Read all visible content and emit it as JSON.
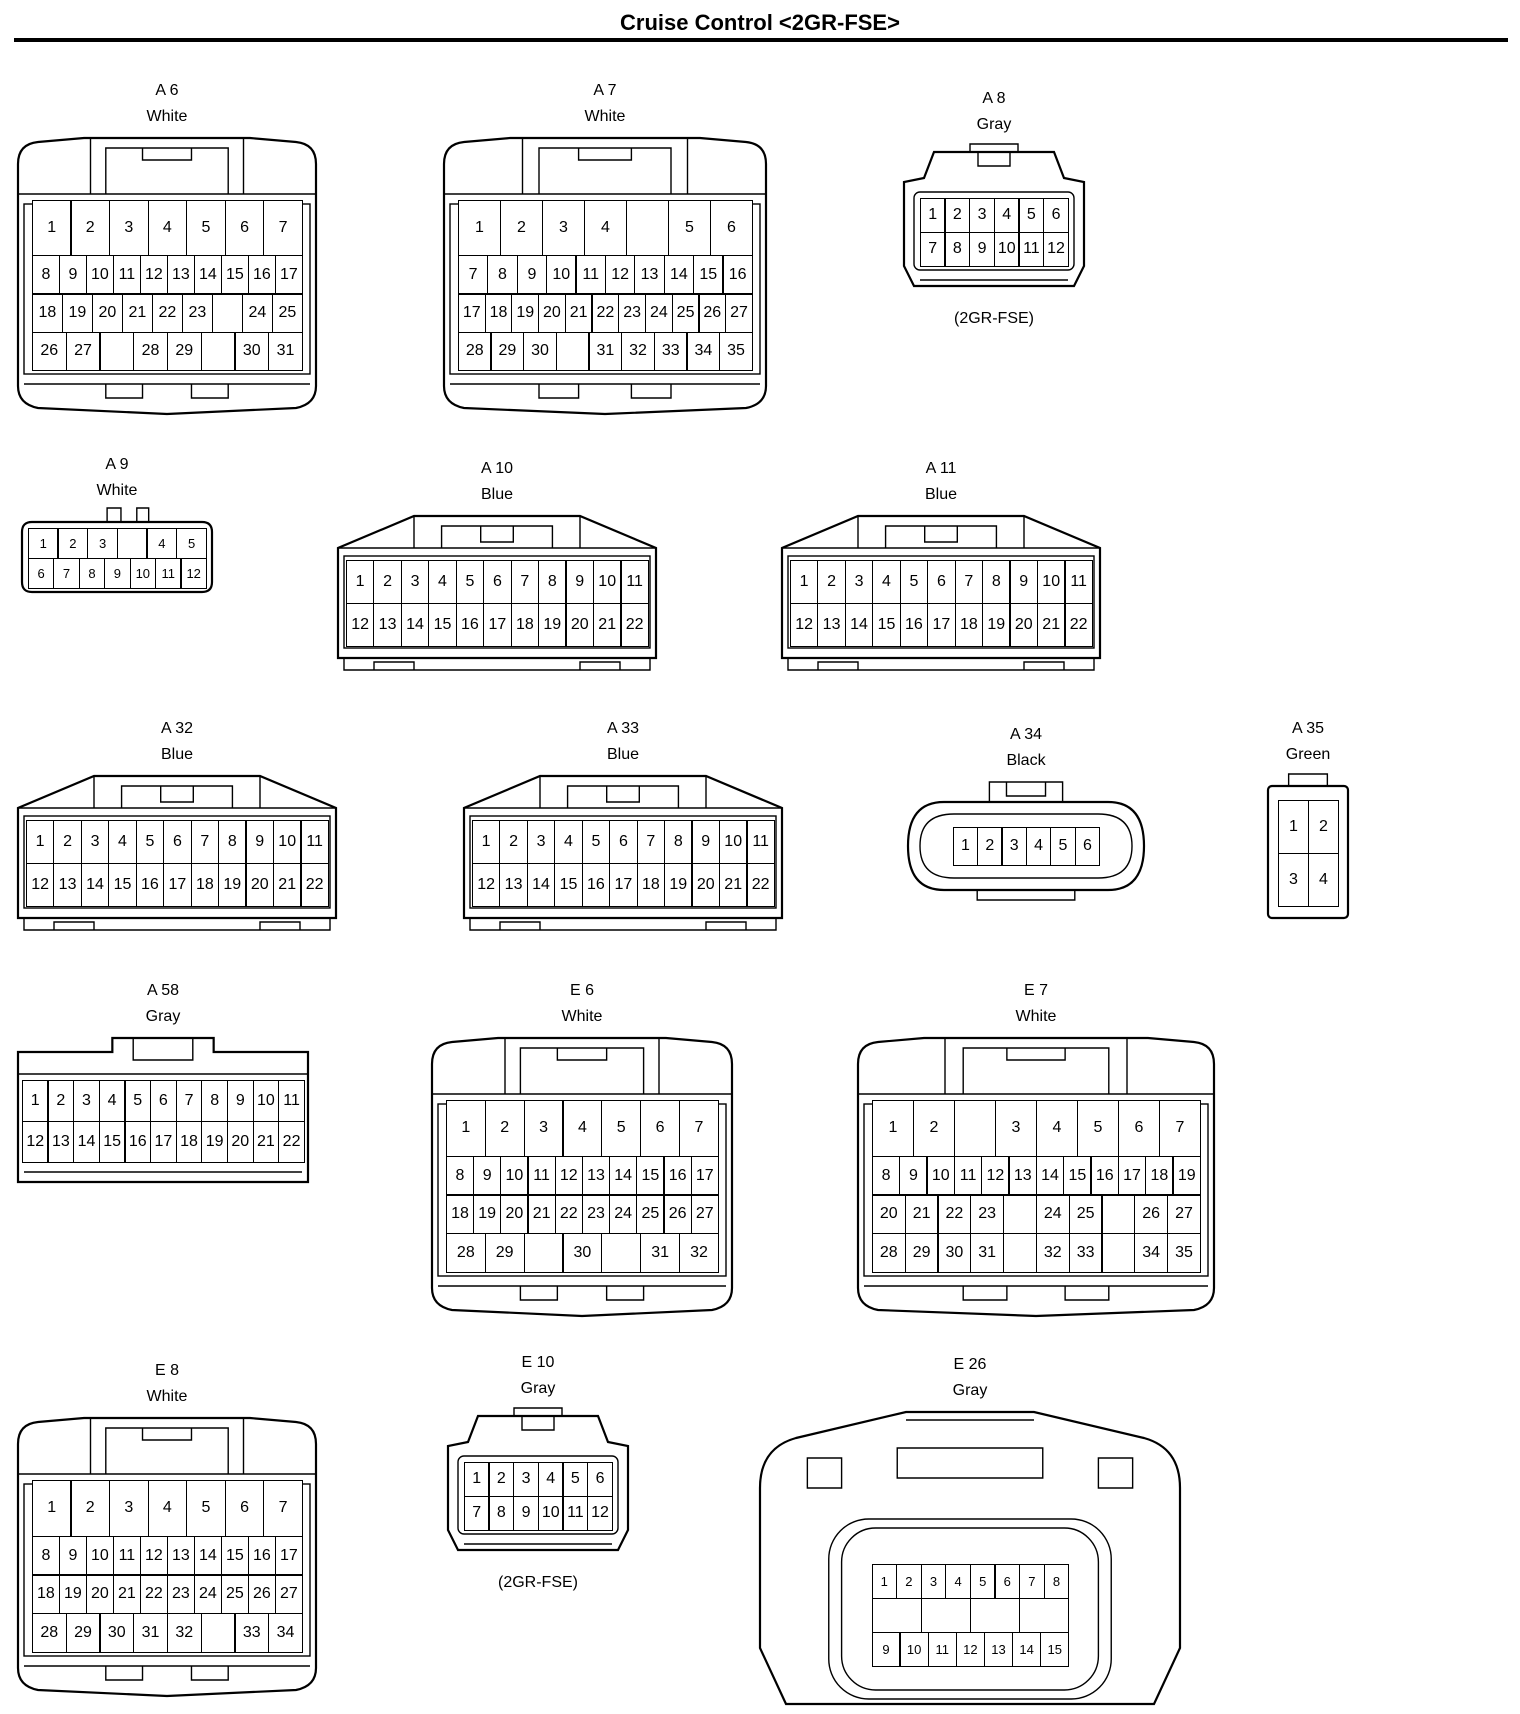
{
  "title": "Cruise Control <2GR-FSE>",
  "connectors": [
    {
      "code": "A 6",
      "color": "White"
    },
    {
      "code": "A 7",
      "color": "White"
    },
    {
      "code": "A 8",
      "color": "Gray",
      "note": "(2GR-FSE)"
    },
    {
      "code": "A 9",
      "color": "White"
    },
    {
      "code": "A 10",
      "color": "Blue"
    },
    {
      "code": "A 11",
      "color": "Blue"
    },
    {
      "code": "A 32",
      "color": "Blue"
    },
    {
      "code": "A 33",
      "color": "Blue"
    },
    {
      "code": "A 34",
      "color": "Black"
    },
    {
      "code": "A 35",
      "color": "Green"
    },
    {
      "code": "A 58",
      "color": "Gray"
    },
    {
      "code": "E 6",
      "color": "White"
    },
    {
      "code": "E 7",
      "color": "White"
    },
    {
      "code": "E 8",
      "color": "White"
    },
    {
      "code": "E 10",
      "color": "Gray",
      "note": "(2GR-FSE)"
    },
    {
      "code": "E 26",
      "color": "Gray"
    }
  ],
  "pins": {
    "A6": [
      [
        "1",
        "2",
        "3",
        "4",
        "5",
        "6",
        "7"
      ],
      [
        "8",
        "9",
        "10",
        "11",
        "12",
        "13",
        "14",
        "15",
        "16",
        "17"
      ],
      [
        "18",
        "19",
        "20",
        "21",
        "22",
        "23",
        "",
        "24",
        "25"
      ],
      [
        "26",
        "27",
        "",
        "28",
        "29",
        "",
        "30",
        "31"
      ]
    ],
    "A7": [
      [
        "1",
        "2",
        "3",
        "4",
        "",
        "5",
        "6"
      ],
      [
        "7",
        "8",
        "9",
        "10",
        "11",
        "12",
        "13",
        "14",
        "15",
        "16"
      ],
      [
        "17",
        "18",
        "19",
        "20",
        "21",
        "22",
        "23",
        "24",
        "25",
        "26",
        "27"
      ],
      [
        "28",
        "29",
        "30",
        "",
        "31",
        "32",
        "33",
        "34",
        "35"
      ]
    ],
    "A8": [
      [
        "1",
        "2",
        "3",
        "4",
        "5",
        "6"
      ],
      [
        "7",
        "8",
        "9",
        "10",
        "11",
        "12"
      ]
    ],
    "A9": [
      [
        "1",
        "2",
        "3",
        "",
        "4",
        "5"
      ],
      [
        "6",
        "7",
        "8",
        "9",
        "10",
        "11",
        "12"
      ]
    ],
    "A10": [
      [
        "1",
        "2",
        "3",
        "4",
        "5",
        "6",
        "7",
        "8",
        "9",
        "10",
        "11"
      ],
      [
        "12",
        "13",
        "14",
        "15",
        "16",
        "17",
        "18",
        "19",
        "20",
        "21",
        "22"
      ]
    ],
    "A11": [
      [
        "1",
        "2",
        "3",
        "4",
        "5",
        "6",
        "7",
        "8",
        "9",
        "10",
        "11"
      ],
      [
        "12",
        "13",
        "14",
        "15",
        "16",
        "17",
        "18",
        "19",
        "20",
        "21",
        "22"
      ]
    ],
    "A32": [
      [
        "1",
        "2",
        "3",
        "4",
        "5",
        "6",
        "7",
        "8",
        "9",
        "10",
        "11"
      ],
      [
        "12",
        "13",
        "14",
        "15",
        "16",
        "17",
        "18",
        "19",
        "20",
        "21",
        "22"
      ]
    ],
    "A33": [
      [
        "1",
        "2",
        "3",
        "4",
        "5",
        "6",
        "7",
        "8",
        "9",
        "10",
        "11"
      ],
      [
        "12",
        "13",
        "14",
        "15",
        "16",
        "17",
        "18",
        "19",
        "20",
        "21",
        "22"
      ]
    ],
    "A34": [
      [
        "1",
        "2",
        "3",
        "4",
        "5",
        "6"
      ]
    ],
    "A35": [
      [
        "1",
        "2"
      ],
      [
        "3",
        "4"
      ]
    ],
    "A58": [
      [
        "1",
        "2",
        "3",
        "4",
        "5",
        "6",
        "7",
        "8",
        "9",
        "10",
        "11"
      ],
      [
        "12",
        "13",
        "14",
        "15",
        "16",
        "17",
        "18",
        "19",
        "20",
        "21",
        "22"
      ]
    ],
    "E6": [
      [
        "1",
        "2",
        "3",
        "4",
        "5",
        "6",
        "7"
      ],
      [
        "8",
        "9",
        "10",
        "11",
        "12",
        "13",
        "14",
        "15",
        "16",
        "17"
      ],
      [
        "18",
        "19",
        "20",
        "21",
        "22",
        "23",
        "24",
        "25",
        "26",
        "27"
      ],
      [
        "28",
        "29",
        "",
        "30",
        "",
        "31",
        "32"
      ]
    ],
    "E7": [
      [
        "1",
        "2",
        "",
        "3",
        "4",
        "5",
        "6",
        "7"
      ],
      [
        "8",
        "9",
        "10",
        "11",
        "12",
        "13",
        "14",
        "15",
        "16",
        "17",
        "18",
        "19"
      ],
      [
        "20",
        "21",
        "22",
        "23",
        "",
        "24",
        "25",
        "",
        "26",
        "27"
      ],
      [
        "28",
        "29",
        "30",
        "31",
        "",
        "32",
        "33",
        "",
        "34",
        "35"
      ]
    ],
    "E8": [
      [
        "1",
        "2",
        "3",
        "4",
        "5",
        "6",
        "7"
      ],
      [
        "8",
        "9",
        "10",
        "11",
        "12",
        "13",
        "14",
        "15",
        "16",
        "17"
      ],
      [
        "18",
        "19",
        "20",
        "21",
        "22",
        "23",
        "24",
        "25",
        "26",
        "27"
      ],
      [
        "28",
        "29",
        "30",
        "31",
        "32",
        "",
        "33",
        "34"
      ]
    ],
    "E10": [
      [
        "1",
        "2",
        "3",
        "4",
        "5",
        "6"
      ],
      [
        "7",
        "8",
        "9",
        "10",
        "11",
        "12"
      ]
    ],
    "E26": [
      [
        "1",
        "2",
        "3",
        "4",
        "5",
        "6",
        "7",
        "8"
      ],
      [
        "",
        "",
        "",
        ""
      ],
      [
        "9",
        "10",
        "11",
        "12",
        "13",
        "14",
        "15"
      ]
    ]
  }
}
